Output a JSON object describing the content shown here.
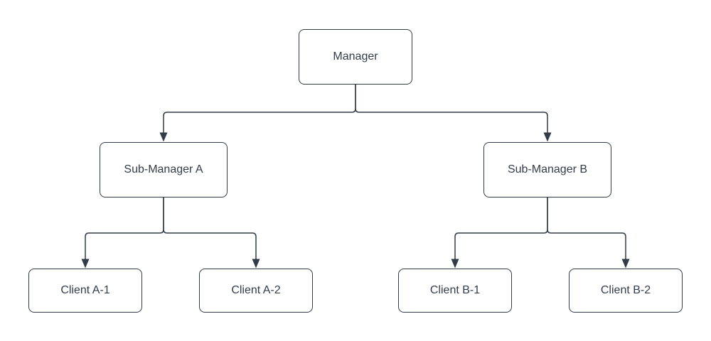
{
  "diagram": {
    "type": "org-chart-tree",
    "colors": {
      "background": "#ffffff",
      "node_fill": "#ffffff",
      "stroke": "#333b49",
      "text": "#333b49"
    },
    "nodes": [
      {
        "id": "manager",
        "label": "Manager",
        "level": 0
      },
      {
        "id": "sub-manager-a",
        "label": "Sub-Manager A",
        "level": 1
      },
      {
        "id": "sub-manager-b",
        "label": "Sub-Manager B",
        "level": 1
      },
      {
        "id": "client-a-1",
        "label": "Client A-1",
        "level": 2
      },
      {
        "id": "client-a-2",
        "label": "Client A-2",
        "level": 2
      },
      {
        "id": "client-b-1",
        "label": "Client B-1",
        "level": 2
      },
      {
        "id": "client-b-2",
        "label": "Client B-2",
        "level": 2
      }
    ],
    "edges": [
      {
        "from": "manager",
        "to": "sub-manager-a",
        "arrow": "filled-triangle"
      },
      {
        "from": "manager",
        "to": "sub-manager-b",
        "arrow": "filled-triangle"
      },
      {
        "from": "sub-manager-a",
        "to": "client-a-1",
        "arrow": "filled-triangle"
      },
      {
        "from": "sub-manager-a",
        "to": "client-a-2",
        "arrow": "filled-triangle"
      },
      {
        "from": "sub-manager-b",
        "to": "client-b-1",
        "arrow": "filled-triangle"
      },
      {
        "from": "sub-manager-b",
        "to": "client-b-2",
        "arrow": "filled-triangle"
      }
    ]
  }
}
